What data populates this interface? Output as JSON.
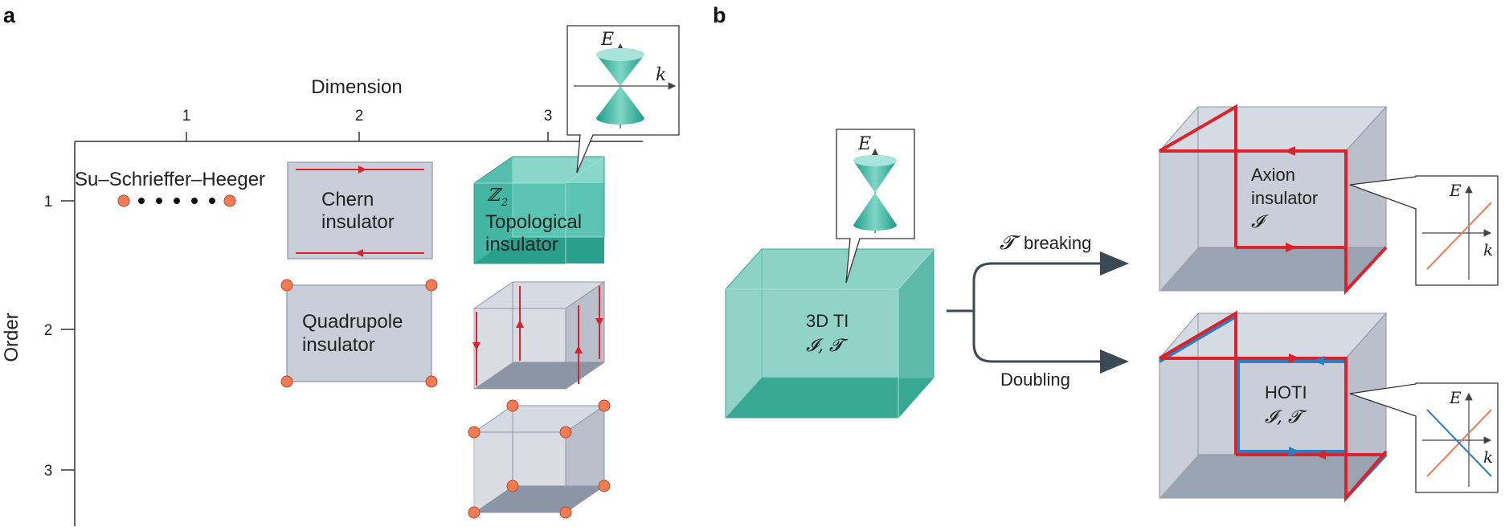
{
  "panel_a": {
    "label": "a",
    "x_axis_title": "Dimension",
    "y_axis_title": "Order",
    "x_ticks": [
      "1",
      "2",
      "3"
    ],
    "y_ticks": [
      "1",
      "2",
      "3"
    ],
    "ssh_label": "Su–Schrieffer–Heeger",
    "chern_line1": "Chern",
    "chern_line2": "insulator",
    "ti_z2": "ℤ",
    "ti_z2_sub": "2",
    "ti_line1": "Topological",
    "ti_line2": "insulator",
    "quad_line1": "Quadrupole",
    "quad_line2": "insulator",
    "callout_E": "E",
    "callout_k": "k"
  },
  "panel_b": {
    "label": "b",
    "ti_line1": "3D TI",
    "ti_line2": "𝓘, 𝓣",
    "callout_E": "E",
    "upper_arrow_symbol": "𝓣",
    "upper_arrow_text": "breaking",
    "lower_arrow_label": "Doubling",
    "axion_line1": "Axion",
    "axion_line2": "insulator",
    "axion_line3": "𝓘",
    "hoti_line1": "HOTI",
    "hoti_line2": "𝓘, 𝓣",
    "inset_E": "E",
    "inset_k": "k"
  },
  "colors": {
    "teal": "#39b3a0",
    "teal_light": "#9fd9cf",
    "gray_box": "#c9ced8",
    "gray_dark": "#9aa3b2",
    "red": "#d9232d",
    "blue": "#2a7fc0",
    "orange": "#f07b55"
  }
}
